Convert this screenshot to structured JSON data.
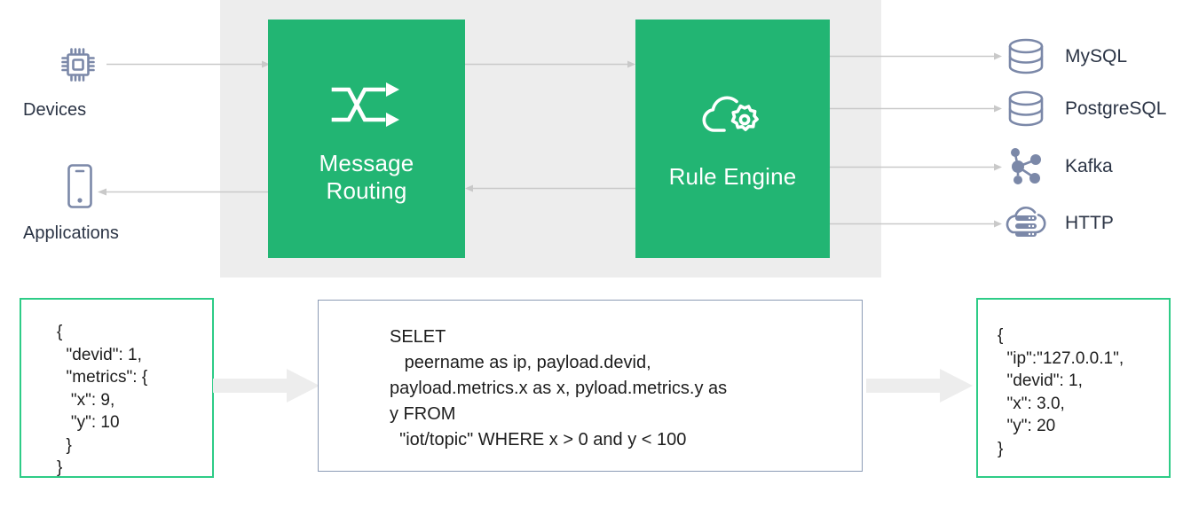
{
  "diagram": {
    "title": "EMQX Rule Engine data flow",
    "colors": {
      "band_background": "#ededed",
      "process_green": "#22b573",
      "accent_green_border": "#2ecc87",
      "icon_slate": "#7b88a8",
      "text_dark": "#2b3445",
      "connector_gray": "#c9c9c9",
      "block_arrow_gray": "#ededed",
      "sql_box_border": "#8c9bb5"
    }
  },
  "sources": [
    {
      "id": "devices",
      "label": "Devices",
      "icon": "chip-icon"
    },
    {
      "id": "applications",
      "label": "Applications",
      "icon": "mobile-phone-icon"
    }
  ],
  "processes": [
    {
      "id": "message-routing",
      "label": "Message\nRouting",
      "label_line1": "Message",
      "label_line2": "Routing",
      "icon": "shuffle-arrows-icon"
    },
    {
      "id": "rule-engine",
      "label": "Rule Engine",
      "icon": "cloud-gear-icon"
    }
  ],
  "sinks": [
    {
      "id": "mysql",
      "label": "MySQL",
      "icon": "database-cylinder-icon"
    },
    {
      "id": "postgresql",
      "label": "PostgreSQL",
      "icon": "database-cylinder-icon"
    },
    {
      "id": "kafka",
      "label": "Kafka",
      "icon": "node-graph-icon"
    },
    {
      "id": "http",
      "label": "HTTP",
      "icon": "cloud-server-icon"
    }
  ],
  "connectors": [
    {
      "id": "devices-to-routing",
      "from": "devices",
      "to": "message-routing",
      "direction": "right"
    },
    {
      "id": "routing-to-applications",
      "from": "message-routing",
      "to": "applications",
      "direction": "left"
    },
    {
      "id": "routing-to-rule-engine",
      "from": "message-routing",
      "to": "rule-engine",
      "direction": "right"
    },
    {
      "id": "rule-engine-to-routing",
      "from": "rule-engine",
      "to": "message-routing",
      "direction": "left"
    },
    {
      "id": "rule-engine-to-mysql",
      "from": "rule-engine",
      "to": "mysql",
      "direction": "right"
    },
    {
      "id": "rule-engine-to-postgresql",
      "from": "rule-engine",
      "to": "postgresql",
      "direction": "right"
    },
    {
      "id": "rule-engine-to-kafka",
      "from": "rule-engine",
      "to": "kafka",
      "direction": "right"
    },
    {
      "id": "rule-engine-to-http",
      "from": "rule-engine",
      "to": "http",
      "direction": "right"
    }
  ],
  "examples": {
    "input_json": {
      "id": "json-input",
      "text": "{\n  \"devid\": 1,\n  \"metrics\": {\n   \"x\": 9,\n   \"y\": 10\n  }\n}"
    },
    "sql_rule": {
      "id": "sql-rule",
      "text": "SELET\n   peername as ip, payload.devid,\npayload.metrics.x as x, pyload.metrics.y as\ny FROM\n  \"iot/topic\" WHERE x > 0 and y < 100"
    },
    "output_json": {
      "id": "json-output",
      "text": "{\n  \"ip\":\"127.0.0.1\",\n  \"devid\": 1,\n  \"x\": 3.0,\n  \"y\": 20\n}"
    },
    "flow_arrows": [
      {
        "id": "input-to-sql",
        "direction": "right"
      },
      {
        "id": "sql-to-output",
        "direction": "right"
      }
    ]
  }
}
